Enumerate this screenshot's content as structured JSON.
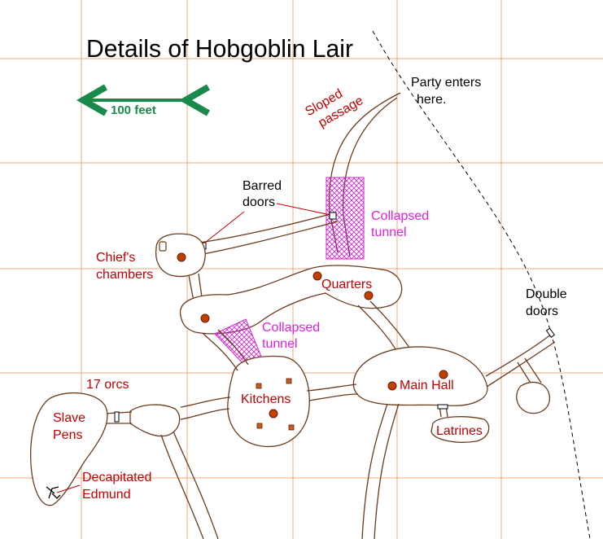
{
  "title": "Details of Hobgoblin Lair",
  "scale": {
    "label": "100 feet"
  },
  "labels": {
    "sloped_passage": [
      "Sloped",
      "passage"
    ],
    "party_enters": [
      "Party enters",
      "here."
    ],
    "barred_doors": [
      "Barred",
      "doors"
    ],
    "collapsed_tunnel_1": [
      "Collapsed",
      "tunnel"
    ],
    "collapsed_tunnel_2": [
      "Collapsed",
      "tunnel"
    ],
    "chiefs_chambers": [
      "Chief's",
      "chambers"
    ],
    "quarters": "Quarters",
    "double_doors": [
      "Double",
      "doors"
    ],
    "orcs_count": "17 orcs",
    "kitchens": "Kitchens",
    "main_hall": "Main Hall",
    "slave_pens": [
      "Slave",
      "Pens"
    ],
    "latrines": "Latrines",
    "decapitated": [
      "Decapitated",
      "Edmund"
    ]
  },
  "colors": {
    "red_text": "#c00000",
    "magenta_text": "#e020e0",
    "scale_green": "#1a8a4a",
    "grid": "#f0a878",
    "walls": "#6b3a1e"
  }
}
